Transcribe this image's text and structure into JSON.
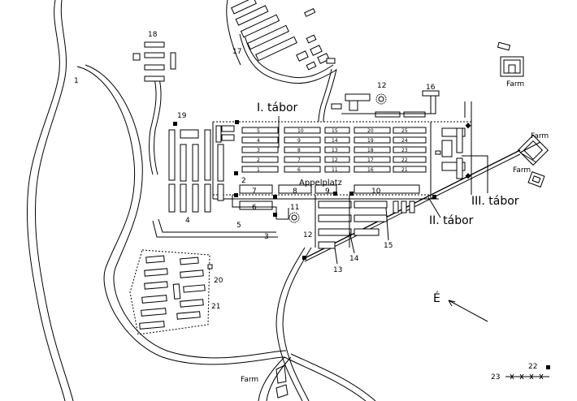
{
  "camp_labels": {
    "camp1": "I. tábor",
    "camp2": "II. tábor",
    "camp3": "III. tábor",
    "appelplatz": "Appelplatz"
  },
  "farm_label": "Farm",
  "north_label": "É",
  "numbers": [
    "1",
    "2",
    "3",
    "4",
    "5",
    "6",
    "7",
    "8",
    "9",
    "10",
    "11",
    "12",
    "13",
    "14",
    "15",
    "16",
    "17",
    "18",
    "19",
    "20",
    "21",
    "22",
    "23"
  ],
  "block_numbers": {
    "col1": [
      "5",
      "4",
      "3",
      "2",
      "1"
    ],
    "col2": [
      "10",
      "9",
      "8",
      "7",
      "6"
    ],
    "col3": [
      "15",
      "14",
      "13",
      "12",
      "11"
    ],
    "col4": [
      "20",
      "19",
      "18",
      "17",
      "16"
    ],
    "col5": [
      "25",
      "24",
      "23",
      "22",
      "21"
    ]
  }
}
